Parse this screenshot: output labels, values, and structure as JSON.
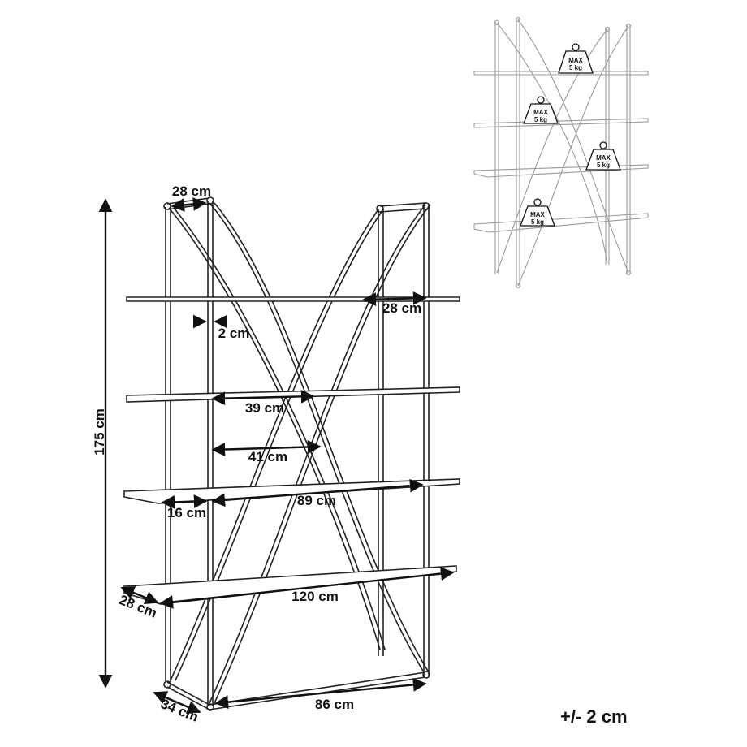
{
  "dimensions": {
    "height": "175 cm",
    "top_depth": "28 cm",
    "right_arm": "28 cm",
    "frame_gap": "2 cm",
    "inner_upper": "39 cm",
    "inner_lower": "41 cm",
    "end_section": "16 cm",
    "middle_span": "89 cm",
    "shelf_depth": "28 cm",
    "shelf_width": "120 cm",
    "base_depth": "34 cm",
    "base_width": "86 cm"
  },
  "tolerance": "+/- 2 cm",
  "load_badges": [
    {
      "line1": "MAX",
      "line2": "5 kg"
    },
    {
      "line1": "MAX",
      "line2": "5 kg"
    },
    {
      "line1": "MAX",
      "line2": "5 kg"
    },
    {
      "line1": "MAX",
      "line2": "5 kg"
    }
  ],
  "colors": {
    "line": "#222222",
    "light_line": "#9a9a9a"
  }
}
